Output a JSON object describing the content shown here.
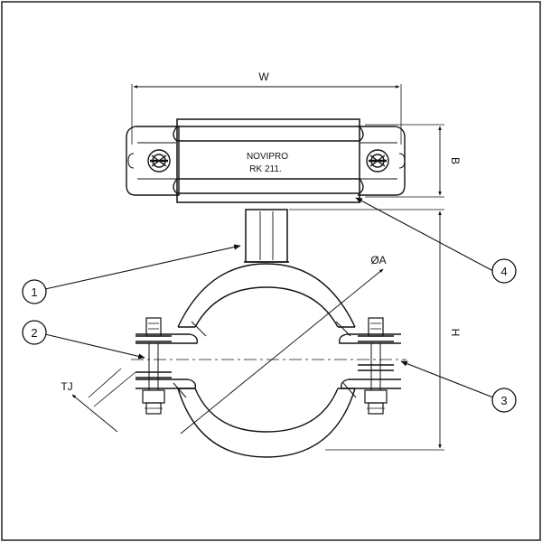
{
  "drawing": {
    "dimensions": {
      "width": "W",
      "height_b": "B",
      "height_h": "H",
      "diameter": "ØA",
      "tj": "TJ"
    },
    "product_label": {
      "line1": "NOVIPRO",
      "line2": "RK 211."
    },
    "callouts": [
      "1",
      "2",
      "3",
      "4"
    ]
  }
}
